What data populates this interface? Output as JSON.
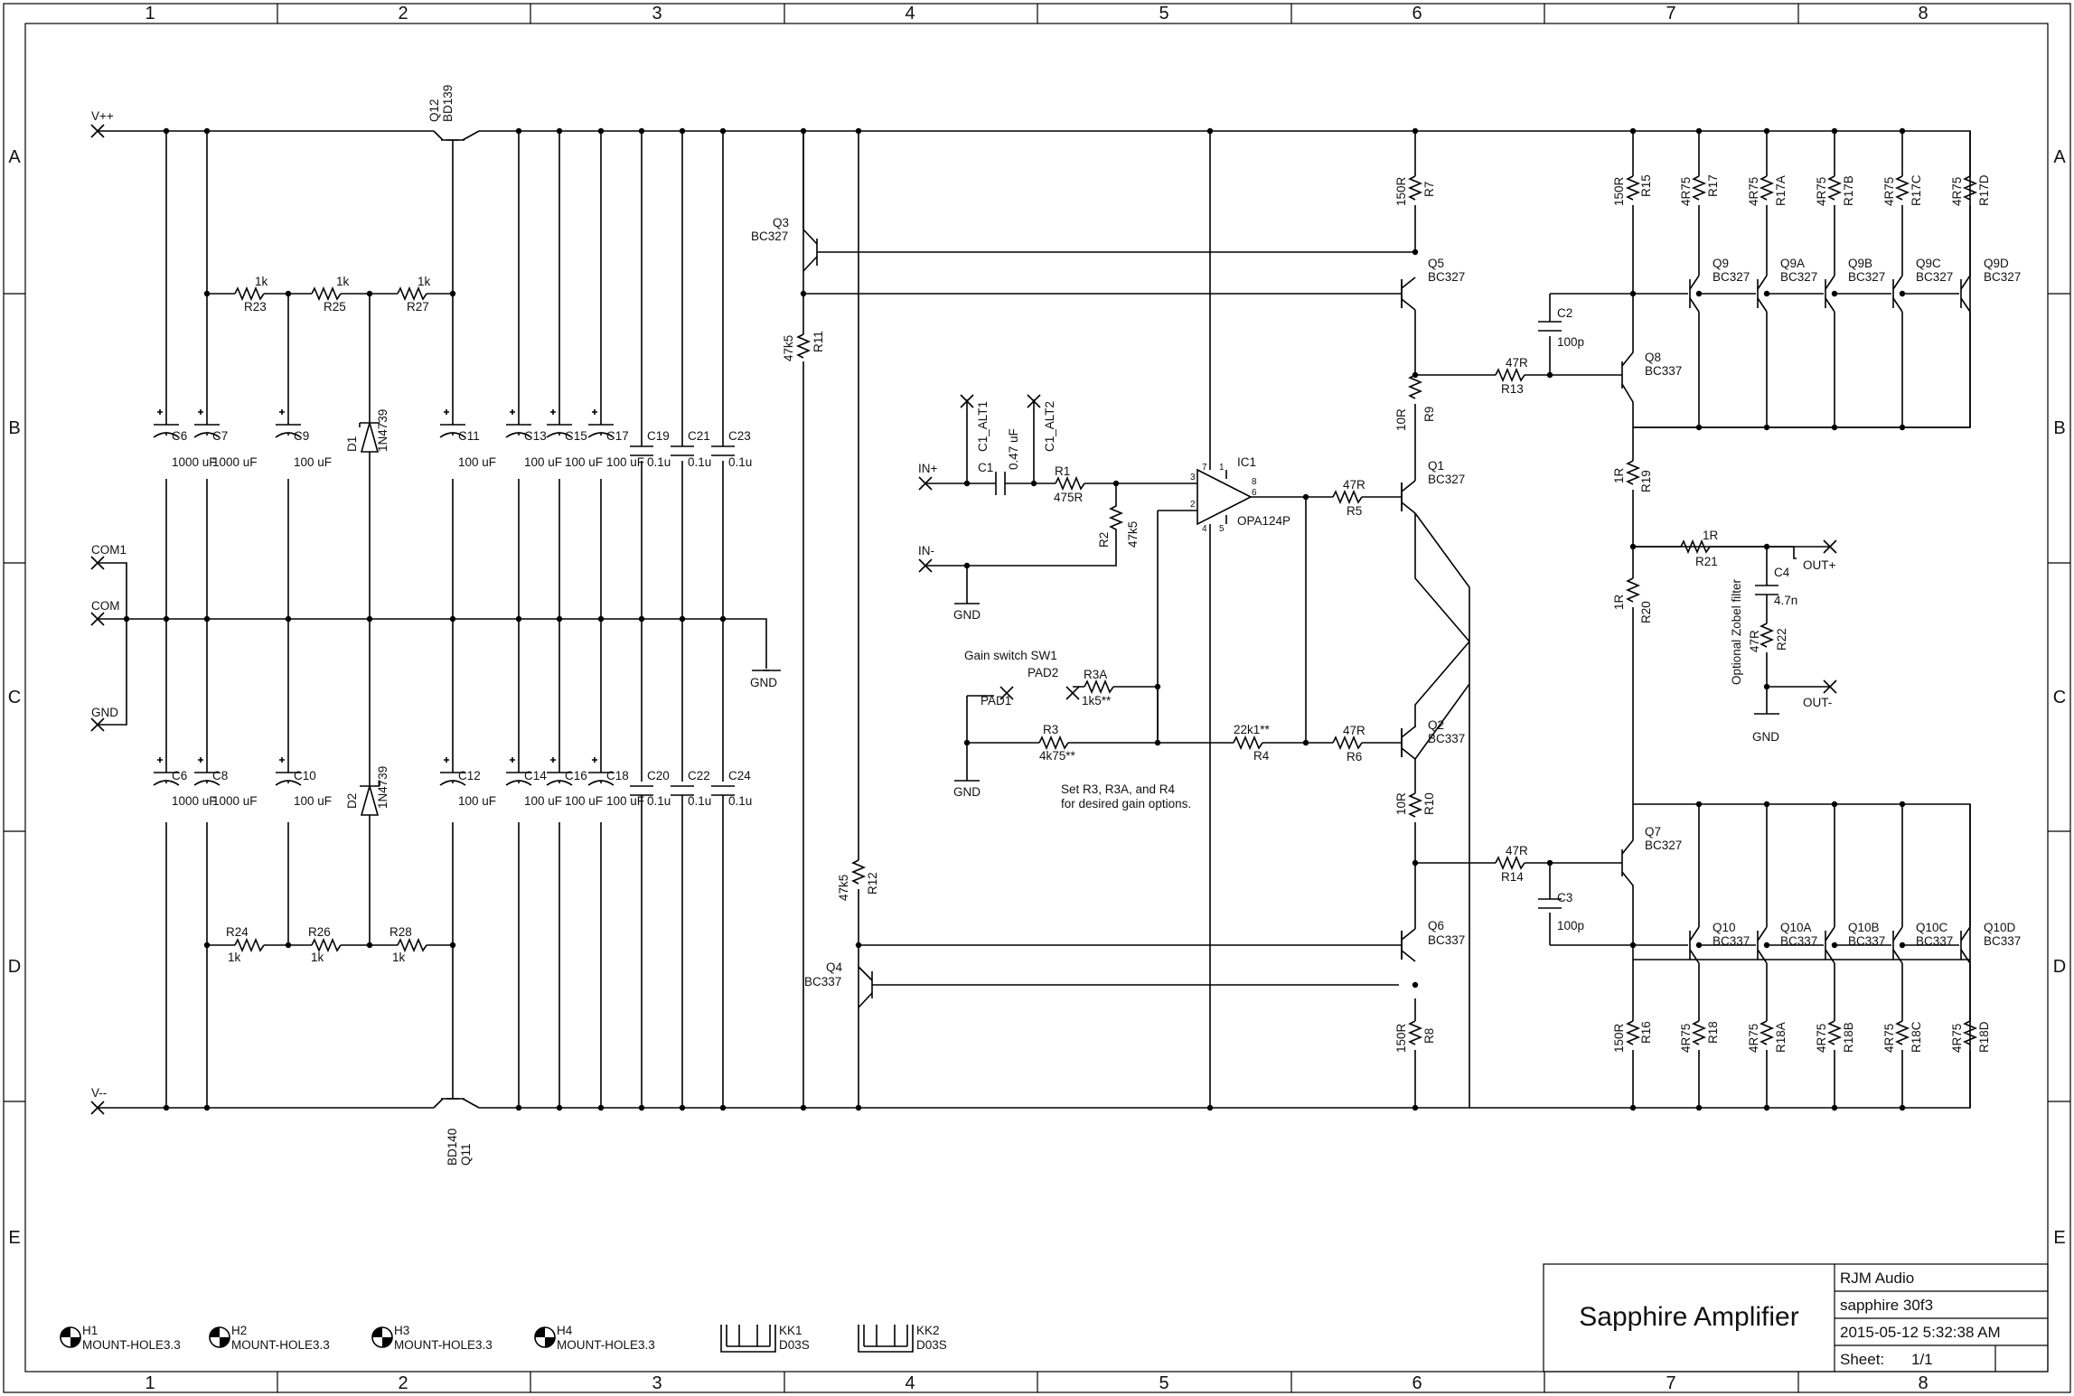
{
  "border": {
    "columns": [
      "1",
      "2",
      "3",
      "4",
      "5",
      "6",
      "7",
      "8"
    ],
    "rows": [
      "A",
      "B",
      "C",
      "D",
      "E"
    ]
  },
  "rails": {
    "vpp": "V++",
    "vmm": "V--",
    "com1": "COM1",
    "com": "COM",
    "gnd": "GND"
  },
  "psu": {
    "q12": {
      "ref": "Q12",
      "part": "BD139"
    },
    "q11": {
      "ref": "Q11",
      "part": "BD140"
    },
    "r23": {
      "ref": "R23",
      "value": "1k"
    },
    "r25": {
      "ref": "R25",
      "value": "1k"
    },
    "r27": {
      "ref": "R27",
      "value": "1k"
    },
    "r24": {
      "ref": "R24",
      "value": "1k"
    },
    "r26": {
      "ref": "R26",
      "value": "1k"
    },
    "r28": {
      "ref": "R28",
      "value": "1k"
    },
    "d1": {
      "ref": "D1",
      "part": "1N4739"
    },
    "d2": {
      "ref": "D2",
      "part": "1N4739"
    },
    "gnd_label": "GND",
    "caps_top": [
      {
        "ref": "C6",
        "value": "1000 uF"
      },
      {
        "ref": "C7",
        "value": "1000 uF"
      },
      {
        "ref": "C9",
        "value": "100 uF"
      },
      {
        "ref": "C11",
        "value": "100 uF"
      },
      {
        "ref": "C13",
        "value": "100 uF"
      },
      {
        "ref": "C15",
        "value": "100 uF"
      },
      {
        "ref": "C17",
        "value": "100 uF"
      },
      {
        "ref": "C19",
        "value": "0.1u"
      },
      {
        "ref": "C21",
        "value": "0.1u"
      },
      {
        "ref": "C23",
        "value": "0.1u"
      }
    ],
    "caps_bottom": [
      {
        "ref": "C6",
        "value": "1000 uF"
      },
      {
        "ref": "C8",
        "value": "1000 uF"
      },
      {
        "ref": "C10",
        "value": "100 uF"
      },
      {
        "ref": "C12",
        "value": "100 uF"
      },
      {
        "ref": "C14",
        "value": "100 uF"
      },
      {
        "ref": "C16",
        "value": "100 uF"
      },
      {
        "ref": "C18",
        "value": "100 uF"
      },
      {
        "ref": "C20",
        "value": "0.1u"
      },
      {
        "ref": "C22",
        "value": "0.1u"
      },
      {
        "ref": "C24",
        "value": "0.1u"
      }
    ]
  },
  "input": {
    "in_plus": "IN+",
    "in_minus": "IN-",
    "gnd1": "GND",
    "gnd2": "GND",
    "c1": {
      "ref": "C1",
      "value": "0.47 uF"
    },
    "c1_alt1": "C1_ALT1",
    "c1_alt2": "C1_ALT2",
    "r1": {
      "ref": "R1",
      "value": "475R"
    },
    "r2": {
      "ref": "R2",
      "value": "47k5"
    },
    "ic1": {
      "ref": "IC1",
      "part": "OPA124P",
      "pins": [
        "3",
        "2",
        "7",
        "4",
        "1",
        "8",
        "6",
        "5"
      ]
    },
    "gain_switch": "Gain switch SW1",
    "pad1": "PAD1",
    "pad2": "PAD2",
    "r3a": {
      "ref": "R3A",
      "value": "1k5**"
    },
    "r3": {
      "ref": "R3",
      "value": "4k75**"
    },
    "r4": {
      "ref": "R4",
      "value": "22k1**"
    },
    "note_line1": "Set R3, R3A, and R4",
    "note_line2": "for desired gain options."
  },
  "output_stage": {
    "q3": {
      "ref": "Q3",
      "part": "BC327"
    },
    "q4": {
      "ref": "Q4",
      "part": "BC337"
    },
    "r11": {
      "ref": "R11",
      "value": "47k5"
    },
    "r12": {
      "ref": "R12",
      "value": "47k5"
    },
    "r7": {
      "ref": "R7",
      "value": "150R"
    },
    "r8": {
      "ref": "R8",
      "value": "150R"
    },
    "q5": {
      "ref": "Q5",
      "part": "BC327"
    },
    "q6": {
      "ref": "Q6",
      "part": "BC337"
    },
    "r9": {
      "ref": "R9",
      "value": "10R"
    },
    "r10": {
      "ref": "R10",
      "value": "10R"
    },
    "q1": {
      "ref": "Q1",
      "part": "BC327"
    },
    "q2": {
      "ref": "Q2",
      "part": "BC337"
    },
    "r5": {
      "ref": "R5",
      "value": "47R"
    },
    "r6": {
      "ref": "R6",
      "value": "47R"
    },
    "r13": {
      "ref": "R13",
      "value": "47R"
    },
    "r14": {
      "ref": "R14",
      "value": "47R"
    },
    "c2": {
      "ref": "C2",
      "value": "100p"
    },
    "c3": {
      "ref": "C3",
      "value": "100p"
    },
    "q8": {
      "ref": "Q8",
      "part": "BC337"
    },
    "q7": {
      "ref": "Q7",
      "part": "BC327"
    },
    "r15": {
      "ref": "R15",
      "value": "150R"
    },
    "r16": {
      "ref": "R16",
      "value": "150R"
    },
    "r19": {
      "ref": "R19",
      "value": "1R"
    },
    "r20": {
      "ref": "R20",
      "value": "1R"
    },
    "r21": {
      "ref": "R21",
      "value": "1R"
    },
    "c4": {
      "ref": "C4",
      "value": "4.7n"
    },
    "r22": {
      "ref": "R22",
      "value": "47R"
    },
    "zobel": "Optional Zobel filter",
    "out_plus": "OUT+",
    "out_minus": "OUT-",
    "gnd": "GND",
    "upper_emitter_r": [
      {
        "ref": "R17",
        "value": "4R75"
      },
      {
        "ref": "R17A",
        "value": "4R75"
      },
      {
        "ref": "R17B",
        "value": "4R75"
      },
      {
        "ref": "R17C",
        "value": "4R75"
      },
      {
        "ref": "R17D",
        "value": "4R75"
      }
    ],
    "upper_q": [
      {
        "ref": "Q9",
        "part": "BC327"
      },
      {
        "ref": "Q9A",
        "part": "BC327"
      },
      {
        "ref": "Q9B",
        "part": "BC327"
      },
      {
        "ref": "Q9C",
        "part": "BC327"
      },
      {
        "ref": "Q9D",
        "part": "BC327"
      }
    ],
    "lower_emitter_r": [
      {
        "ref": "R18",
        "value": "4R75"
      },
      {
        "ref": "R18A",
        "value": "4R75"
      },
      {
        "ref": "R18B",
        "value": "4R75"
      },
      {
        "ref": "R18C",
        "value": "4R75"
      },
      {
        "ref": "R18D",
        "value": "4R75"
      }
    ],
    "lower_q": [
      {
        "ref": "Q10",
        "part": "BC337"
      },
      {
        "ref": "Q10A",
        "part": "BC337"
      },
      {
        "ref": "Q10B",
        "part": "BC337"
      },
      {
        "ref": "Q10C",
        "part": "BC337"
      },
      {
        "ref": "Q10D",
        "part": "BC337"
      }
    ]
  },
  "hardware": {
    "holes": [
      {
        "ref": "H1",
        "part": "MOUNT-HOLE3.3"
      },
      {
        "ref": "H2",
        "part": "MOUNT-HOLE3.3"
      },
      {
        "ref": "H3",
        "part": "MOUNT-HOLE3.3"
      },
      {
        "ref": "H4",
        "part": "MOUNT-HOLE3.3"
      }
    ],
    "heatsinks": [
      {
        "ref": "KK1",
        "part": "D03S"
      },
      {
        "ref": "KK2",
        "part": "D03S"
      }
    ]
  },
  "title_block": {
    "title": "Sapphire Amplifier",
    "company": "RJM Audio",
    "file": "sapphire 30f3",
    "date": "2015-05-12 5:32:38 AM",
    "sheet_label": "Sheet:",
    "sheet_value": "1/1"
  }
}
